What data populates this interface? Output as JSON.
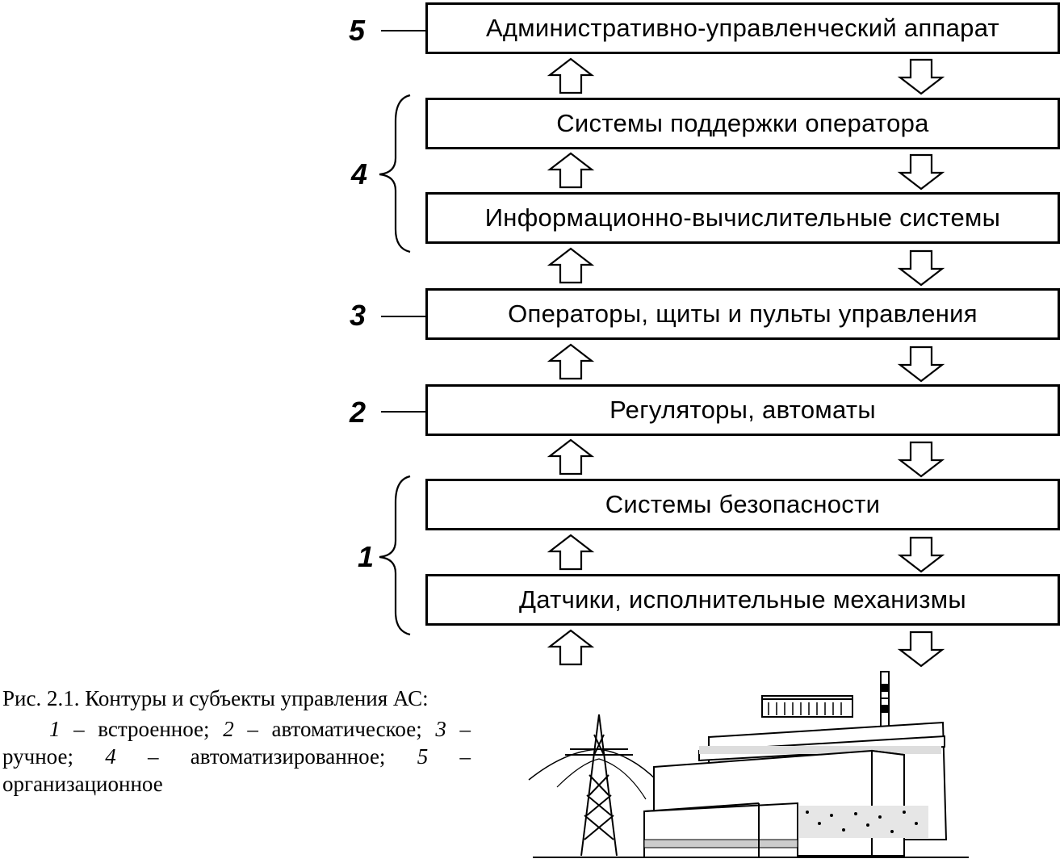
{
  "boxes": {
    "admin": "Административно-управленческий аппарат",
    "operator_support": "Системы поддержки оператора",
    "info_computing": "Информационно-вычислительные системы",
    "operators": "Операторы,  щиты и пульты управления",
    "regulators": "Регуляторы,  автоматы",
    "safety": "Системы безопасности",
    "sensors": "Датчики,  исполнительные механизмы"
  },
  "levels": {
    "l5": "5",
    "l4": "4",
    "l3": "3",
    "l2": "2",
    "l1": "1"
  },
  "caption": {
    "title": "Рис. 2.1. Контуры и субъекты управления АС:",
    "legend": [
      {
        "num": "1",
        "text": " – встроенное; "
      },
      {
        "num": "2",
        "text": " – автоматическое; "
      },
      {
        "num": "3",
        "text": " – ручное; "
      },
      {
        "num": "4",
        "text": " – автоматизированное; "
      },
      {
        "num": "5",
        "text": " – организационное"
      }
    ]
  },
  "icons": [
    "up-arrow-icon",
    "down-arrow-icon",
    "power-plant-illustration"
  ]
}
